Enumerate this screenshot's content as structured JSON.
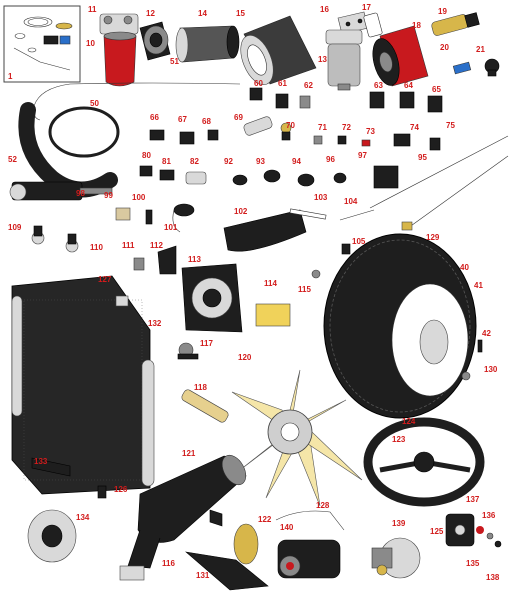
{
  "callouts": [
    "1",
    "10",
    "11",
    "12",
    "14",
    "15",
    "16",
    "17",
    "18",
    "19",
    "20",
    "21",
    "13",
    "51",
    "50",
    "52",
    "60",
    "61",
    "62",
    "63",
    "64",
    "65",
    "66",
    "67",
    "68",
    "69",
    "70",
    "71",
    "72",
    "73",
    "74",
    "75",
    "80",
    "81",
    "82",
    "92",
    "93",
    "94",
    "96",
    "97",
    "95",
    "98",
    "99",
    "100",
    "101",
    "102",
    "103",
    "104",
    "105",
    "109",
    "110",
    "111",
    "112",
    "113",
    "114",
    "115",
    "127",
    "40",
    "41",
    "42",
    "130",
    "132",
    "117",
    "120",
    "118",
    "124",
    "123",
    "121",
    "133",
    "126",
    "134",
    "116",
    "131",
    "122",
    "128",
    "140",
    "139",
    "125",
    "137",
    "136",
    "135",
    "138",
    "129"
  ],
  "colors": {
    "callout": "#d21c1c",
    "part_dark": "#1e1e1e",
    "part_gray": "#8a8a8a",
    "filter_red": "#c8191e",
    "fan_blade": "#f5e6a8",
    "brass": "#d7b64a",
    "label_tag": "#f0d25a",
    "pad_blue": "#2a6fc9"
  }
}
